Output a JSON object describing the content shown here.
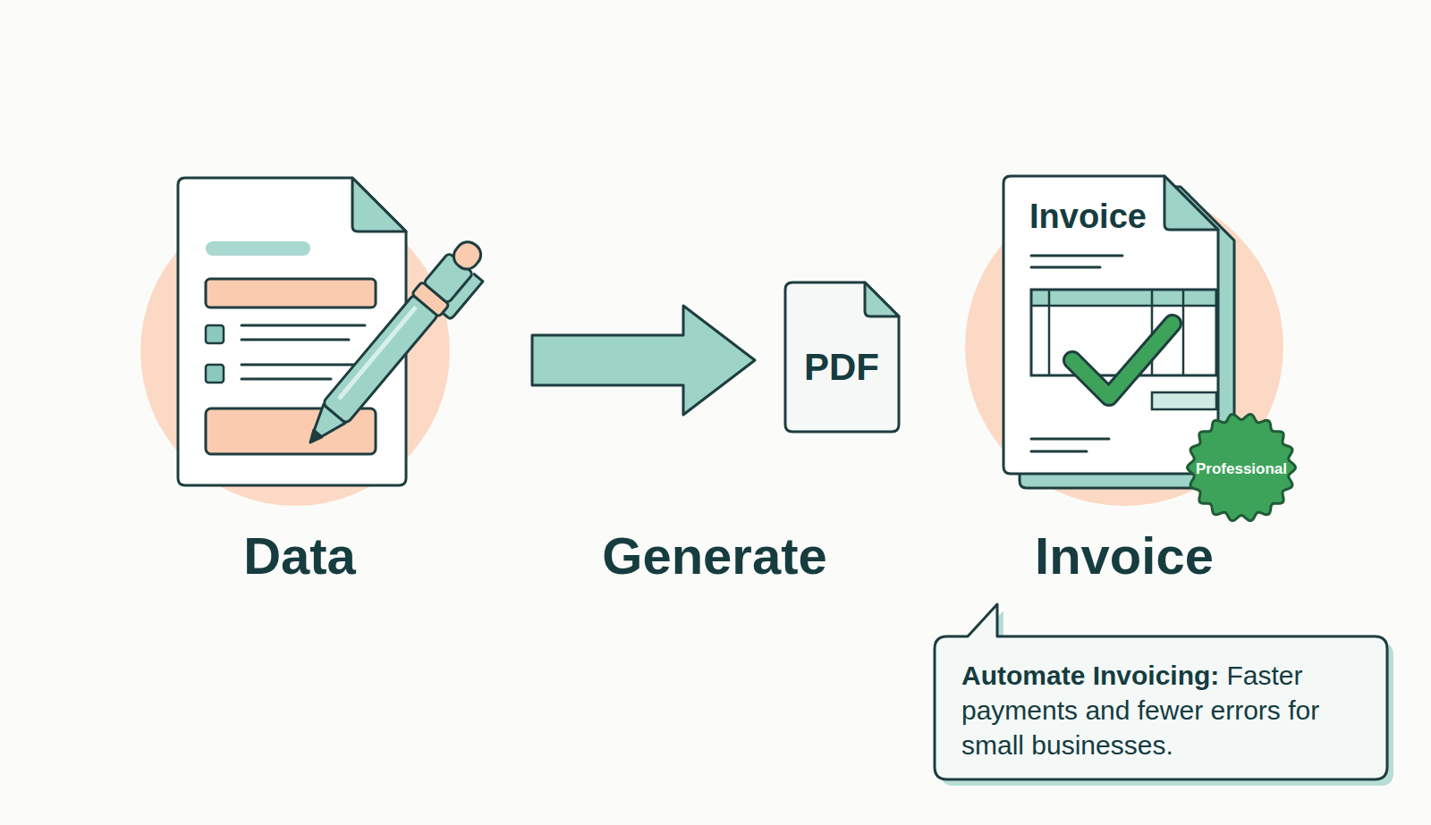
{
  "diagram": {
    "nodes": [
      {
        "text": [
          "Data"
        ]
      },
      {
        "text": [
          "PDF"
        ]
      },
      {
        "text": [
          "Invoice",
          "Invoice"
        ]
      },
      {
        "text": [
          "Professional"
        ],
        "in": 2
      },
      {
        "text": [
          "Automate Invoicing:",
          "Faster payments and fewer errors for small businesses."
        ]
      }
    ],
    "edges": [
      {
        "from": 0,
        "to": 1,
        "arrow": "to",
        "label": "Generate"
      }
    ]
  }
}
